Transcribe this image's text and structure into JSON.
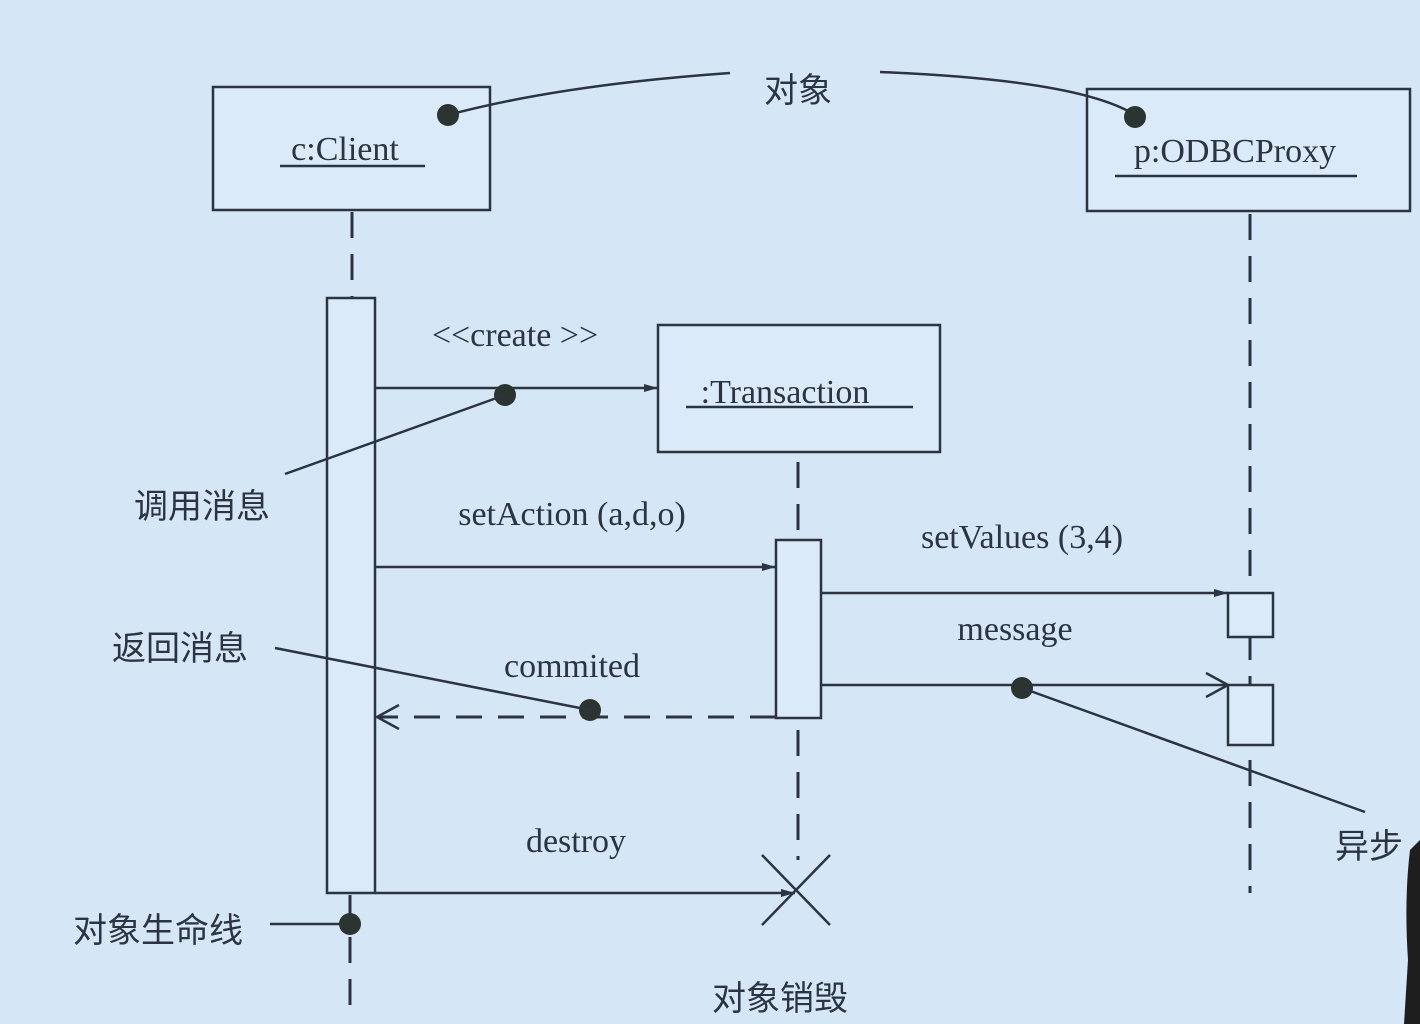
{
  "objects": {
    "client": "c:Client",
    "transaction": ":Transaction",
    "proxy": "p:ODBCProxy"
  },
  "messages": {
    "create": "<<create >>",
    "set_action": "setAction (a,d,o)",
    "set_values": "setValues (3,4)",
    "message": "message",
    "commited": "commited",
    "destroy": "destroy"
  },
  "annotations": {
    "object": "对象",
    "call_message": "调用消息",
    "return_message": "返回消息",
    "async_message": "异步",
    "lifeline": "对象生命线",
    "destruction": "对象销毁"
  },
  "colors": {
    "background": "#d5e6f6",
    "ink": "#2b3440"
  }
}
